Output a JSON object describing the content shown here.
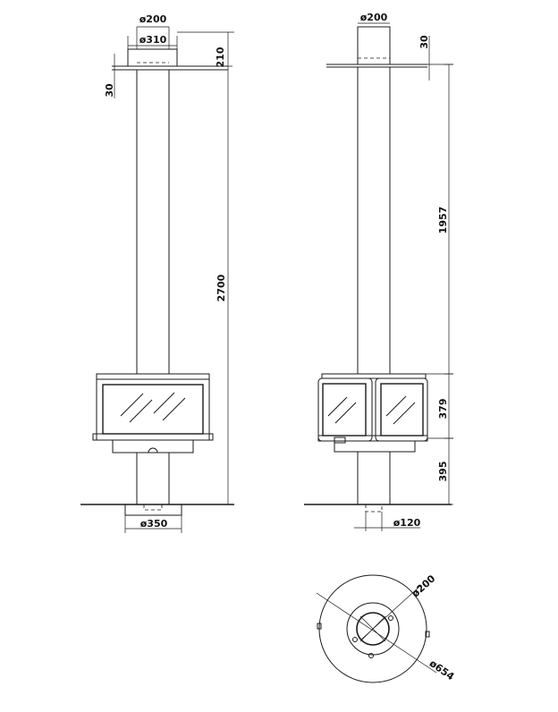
{
  "drawing": {
    "front_view": {
      "top_flue_diameter": "ø200",
      "plate_diameter": "ø310",
      "plate_offset_right": "210",
      "plate_thickness_left": "30",
      "overall_height": "2700",
      "base_diameter": "ø350"
    },
    "side_view": {
      "top_flue_diameter": "ø200",
      "plate_thickness_right": "30",
      "flue_height": "1957",
      "body_height": "379",
      "pedestal_height": "395",
      "pedestal_diameter": "ø120"
    },
    "plan_view": {
      "inner_diameter": "ø200",
      "outer_diameter": "ø654"
    }
  }
}
